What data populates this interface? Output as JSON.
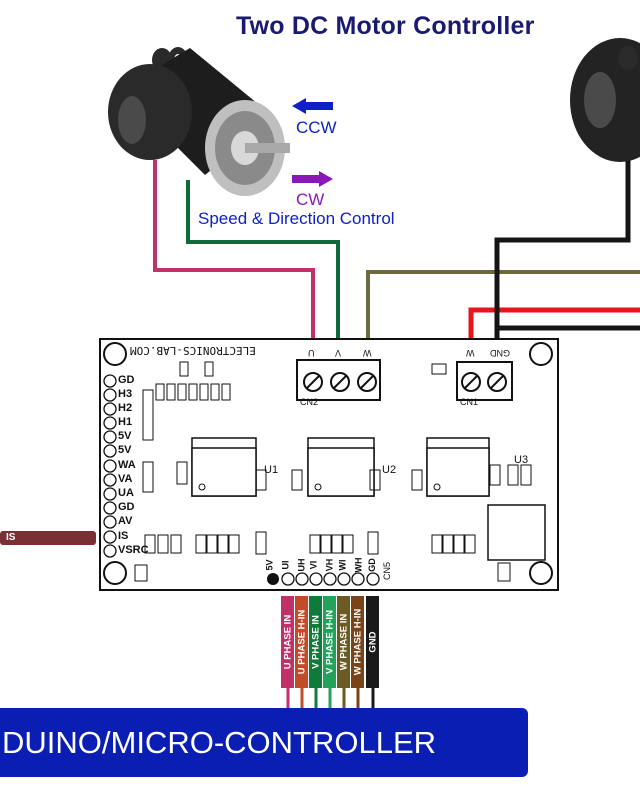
{
  "title": "Two DC Motor  Controller",
  "annotations": {
    "ccw": "CCW",
    "cw": "CW",
    "speed_direction": "Speed & Direction Control"
  },
  "board": {
    "brand": "ELECTRONICS-LAB.COM",
    "connector_cn2": "CN2",
    "connector_cn1": "CN1",
    "connector_cn5": "CN5",
    "cn2_pins": [
      "U",
      "V",
      "W"
    ],
    "cn1_pins": [
      "W",
      "GND"
    ],
    "chip_u1": "U1",
    "chip_u2": "U2",
    "chip_u3": "U3",
    "left_pins": [
      "GD",
      "H3",
      "H2",
      "H1",
      "5V",
      "5V",
      "WA",
      "VA",
      "UA",
      "GD",
      "AV",
      "IS",
      "VSRC"
    ],
    "bottom_pins": [
      "5V",
      "UI",
      "UH",
      "VI",
      "VH",
      "WI",
      "WH",
      "GD"
    ]
  },
  "wires": [
    {
      "label": "U PHASE IN",
      "color": "#c2306a"
    },
    {
      "label": "U PHASE H-IN",
      "color": "#c24b2a"
    },
    {
      "label": "V PHASE  IN",
      "color": "#0f7a3a"
    },
    {
      "label": "V PHASE  H-IN",
      "color": "#23a35a"
    },
    {
      "label": "W PHASE  IN",
      "color": "#6b5a22"
    },
    {
      "label": "W PHASE H-IN",
      "color": "#7a4418"
    },
    {
      "label": "GND",
      "color": "#1a1a1a"
    }
  ],
  "is_label": "IS",
  "controller_label": "DUINO/MICRO-CONTROLLER"
}
